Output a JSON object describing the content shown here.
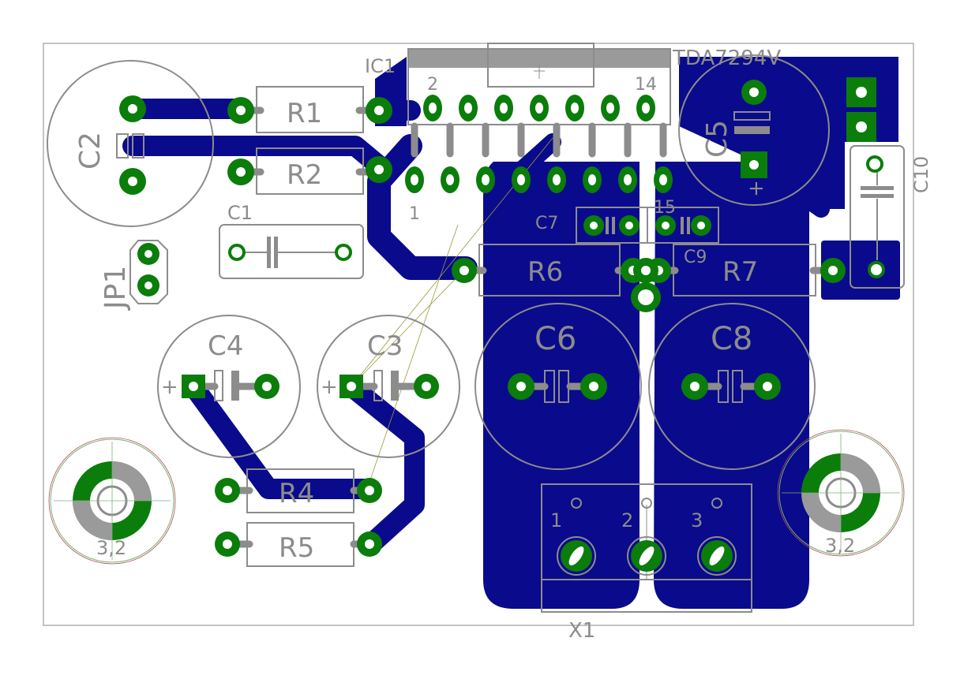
{
  "board": {
    "chip_label": "TDA7294V",
    "components": {
      "ic1": "IC1",
      "ic1_pin_left": "2",
      "ic1_pin_right": "14",
      "ic1_pin_bottom_left": "1",
      "ic1_pin_bottom_right": "15",
      "c1": "C1",
      "c2": "C2",
      "c3": "C3",
      "c4": "C4",
      "c5": "C5",
      "c6": "C6",
      "c7": "C7",
      "c8": "C8",
      "c9": "C9",
      "c10": "C10",
      "r1": "R1",
      "r2": "R2",
      "r4": "R4",
      "r5": "R5",
      "r6": "R6",
      "r7": "R7",
      "jp1": "JP1",
      "x1": "X1",
      "x1_pin1": "1",
      "x1_pin2": "2",
      "x1_pin3": "3",
      "hole_left": "3,2",
      "hole_right": "3,2",
      "plus": "+"
    },
    "colors": {
      "copper": "#0a0a8c",
      "pad": "#0a7d0a",
      "silkscreen": "#8c8c8c"
    }
  }
}
